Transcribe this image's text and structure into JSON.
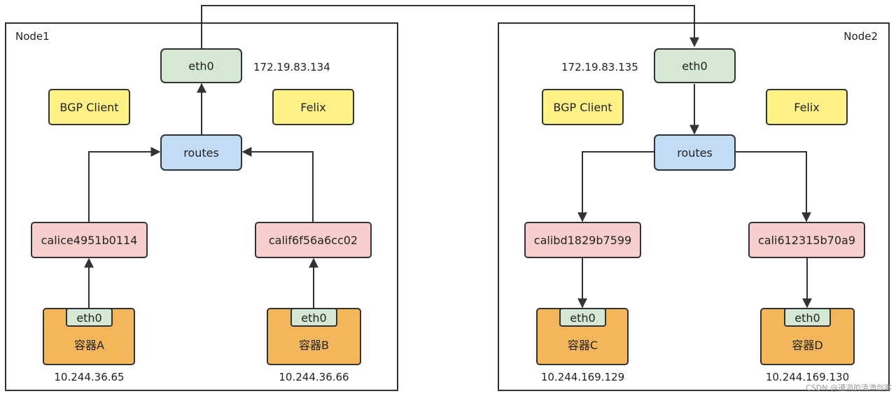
{
  "colors": {
    "eth": "#d5e8d4",
    "routes": "#c2dcf6",
    "yellow": "#fff185",
    "veth": "#f8cecc",
    "container": "#f3b65a",
    "stroke": "#333333"
  },
  "node1": {
    "title": "Node1",
    "eth0": "eth0",
    "ip": "172.19.83.134",
    "bgp": "BGP Client",
    "felix": "Felix",
    "routes": "routes",
    "veth_a": "calice4951b0114",
    "veth_b": "calif6f56a6cc02",
    "container_a": {
      "eth": "eth0",
      "name": "容器A",
      "ip": "10.244.36.65"
    },
    "container_b": {
      "eth": "eth0",
      "name": "容器B",
      "ip": "10.244.36.66"
    }
  },
  "node2": {
    "title": "Node2",
    "eth0": "eth0",
    "ip": "172.19.83.135",
    "bgp": "BGP Client",
    "felix": "Felix",
    "routes": "routes",
    "veth_c": "calibd1829b7599",
    "veth_d": "cali612315b70a9",
    "container_c": {
      "eth": "eth0",
      "name": "容器C",
      "ip": "10.244.169.129"
    },
    "container_d": {
      "eth": "eth0",
      "name": "容器D",
      "ip": "10.244.169.130"
    }
  },
  "watermark": "CSDN @通渴的清澳剑客"
}
